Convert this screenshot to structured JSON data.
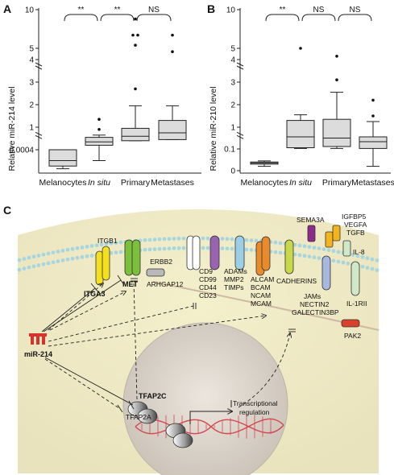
{
  "panels": {
    "A": "A",
    "B": "B",
    "C": "C"
  },
  "chart_data": [
    {
      "type": "boxplot",
      "panel": "A",
      "ylabel": "Relative miR-214 level",
      "ytick_labels": [
        "10",
        "5",
        "4",
        "3",
        "2",
        "1",
        "0.0004"
      ],
      "categories": [
        "Melanocytes",
        "In situ",
        "Primary",
        "Metastases"
      ],
      "italic_categories": [
        "In situ"
      ],
      "boxes": [
        {
          "whisker_low": 5e-05,
          "q1": 0.0001,
          "median": 0.0002,
          "q3": 0.0006,
          "whisker_high": 0.0007,
          "outliers": []
        },
        {
          "whisker_low": 0.0002,
          "q1": 0.2,
          "median": 0.35,
          "q3": 0.55,
          "whisker_high": 0.65,
          "outliers": [
            0.9,
            1.35
          ]
        },
        {
          "whisker_low": 0.4,
          "q1": 0.4,
          "median": 0.6,
          "q3": 0.95,
          "whisker_high": 1.95,
          "outliers": [
            2.7,
            5.4,
            6.7,
            6.7,
            8.8
          ]
        },
        {
          "whisker_low": 0.45,
          "q1": 0.45,
          "median": 0.75,
          "q3": 1.3,
          "whisker_high": 1.95,
          "outliers": [
            4.7,
            6.7
          ]
        }
      ],
      "significance": [
        {
          "from": "Melanocytes",
          "to": "In situ",
          "label": "**"
        },
        {
          "from": "In situ",
          "to": "Primary",
          "label": "**"
        },
        {
          "from": "Primary",
          "to": "Metastases",
          "label": "NS"
        }
      ]
    },
    {
      "type": "boxplot",
      "panel": "B",
      "ylabel": "Relative miR-210 level",
      "ytick_labels": [
        "10",
        "5",
        "4",
        "3",
        "2",
        "1",
        "0.1",
        "0"
      ],
      "categories": [
        "Melanocytes",
        "In situ",
        "Primary",
        "Metastases"
      ],
      "italic_categories": [
        "In situ"
      ],
      "boxes": [
        {
          "whisker_low": 0.02,
          "q1": 0.03,
          "median": 0.035,
          "q3": 0.04,
          "whisker_high": 0.045,
          "outliers": []
        },
        {
          "whisker_low": 0.12,
          "q1": 0.15,
          "median": 0.6,
          "q3": 1.3,
          "whisker_high": 1.55,
          "outliers": [
            5.0
          ]
        },
        {
          "whisker_low": 0.12,
          "q1": 0.2,
          "median": 0.55,
          "q3": 1.35,
          "whisker_high": 2.55,
          "outliers": [
            3.1,
            4.3
          ]
        },
        {
          "whisker_low": 0.02,
          "q1": 0.12,
          "median": 0.4,
          "q3": 0.6,
          "whisker_high": 1.25,
          "outliers": [
            1.5,
            2.2
          ]
        }
      ],
      "significance": [
        {
          "from": "Melanocytes",
          "to": "In situ",
          "label": "**"
        },
        {
          "from": "In situ",
          "to": "Primary",
          "label": "NS"
        },
        {
          "from": "Primary",
          "to": "Metastases",
          "label": "NS"
        }
      ]
    }
  ],
  "diagram": {
    "regulator": "miR-214",
    "labels": {
      "itga3": "ITGA3",
      "itgb1": "ITGB1",
      "met": "MET",
      "arhgap12": "ARHGAP12",
      "erbb2": "ERBB2",
      "cd9": "CD9",
      "cd99": "CD99",
      "cd44": "CD44",
      "cd23": "CD23",
      "adams": "ADAMs",
      "mmp2": "MMP2",
      "timps": "TIMPs",
      "alcam": "ALCAM",
      "bcam": "BCAM",
      "ncam": "NCAM",
      "mcam": "MCAM",
      "cadherins": "CADHERINS",
      "jams": "JAMs",
      "nectin2": "NECTIN2",
      "galectin3bp": "GALECTIN3BP",
      "sema3a": "SEMA3A",
      "igfbp5": "IGFBP5",
      "vegfa": "VEGFA",
      "tgfb": "TGFB",
      "il8": "IL-8",
      "il1rii": "IL-1RII",
      "pak2": "PAK2",
      "tfap2c": "TFAP2C",
      "tfap2a": "TFAP2A",
      "transcriptional": "Transcriptional",
      "regulation": "regulation"
    },
    "colors": {
      "cell_bg": "#f6f2c4",
      "membrane": "#a8d6df",
      "nucleus": "#dcd5cc",
      "itga3": "#f4e020",
      "met": "#7cbf3a",
      "cd_group": "#9a63b0",
      "adams_group": "#9ccfe6",
      "alcam_group": "#e98a2c",
      "cadherins": "#c7d94a",
      "jams": "#a8b7df",
      "sema3a": "#8e2a8c",
      "igfbp5": "#f2b51e",
      "il_group": "#cfe8c8",
      "pak2": "#d8412a",
      "mir": "#d8332b"
    }
  }
}
